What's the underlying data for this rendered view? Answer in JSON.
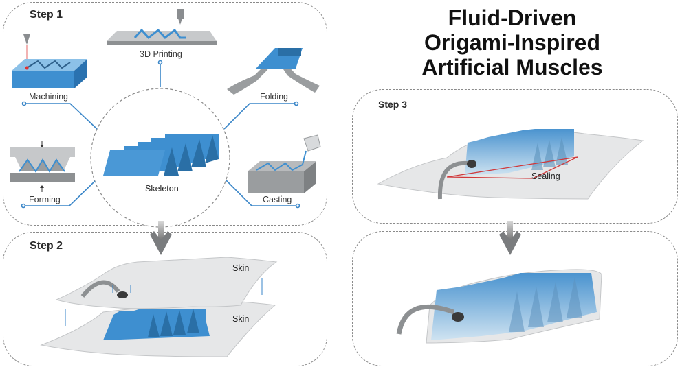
{
  "title": {
    "line1": "Fluid-Driven",
    "line2": "Origami-Inspired",
    "line3": "Artificial Muscles"
  },
  "step1": {
    "label": "Step 1",
    "center": "Skeleton",
    "methods": [
      "Machining",
      "3D Printing",
      "Folding",
      "Forming",
      "Casting"
    ]
  },
  "step2": {
    "label": "Step 2",
    "skin_top": "Skin",
    "skin_bottom": "Skin"
  },
  "step3": {
    "label": "Step 3",
    "sealing": "Sealing"
  },
  "colors": {
    "accent_blue": "#3e8fd0",
    "dark_blue": "#2a6fa6",
    "connector_blue": "#3a86c8",
    "gray": "#9a9d9f",
    "seal_red": "#d0393b"
  }
}
